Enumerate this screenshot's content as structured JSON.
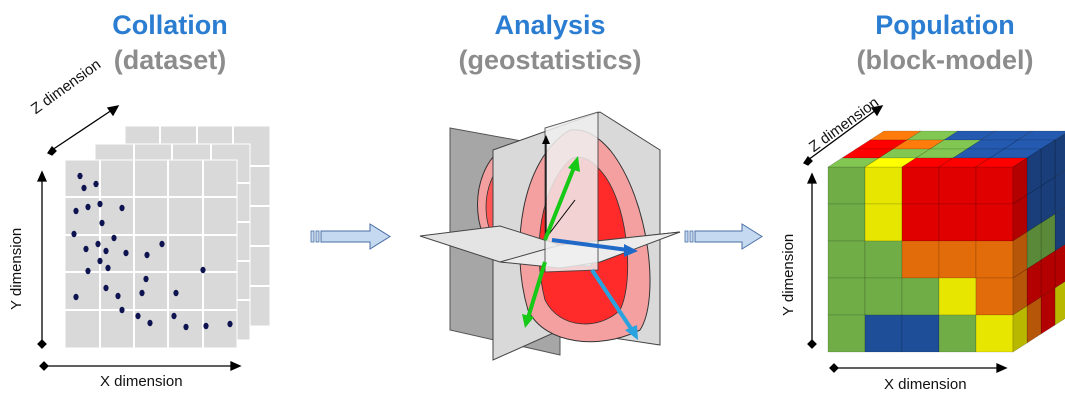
{
  "panels": [
    {
      "title": "Collation",
      "subtitle": "(dataset)"
    },
    {
      "title": "Analysis",
      "subtitle": "(geostatistics)"
    },
    {
      "title": "Population",
      "subtitle": "(block-model)"
    }
  ],
  "axes": {
    "left_z": "Z dimension",
    "left_y": "Y dimension",
    "left_x": "X dimension",
    "right_z": "Z dimension",
    "right_y": "Y dimension",
    "right_x": "X dimension"
  },
  "colors": {
    "title": "#2a7dd1",
    "subtitle": "#8c8c8c",
    "grid_fill": "#d9d9d9",
    "dot": "#0d1450",
    "flow_arrow": "#c5d9f1",
    "block_green": "#70ad47",
    "block_yellow": "#e6e600",
    "block_orange": "#e36c0a",
    "block_red": "#e00000",
    "block_blue": "#1f4e99"
  }
}
